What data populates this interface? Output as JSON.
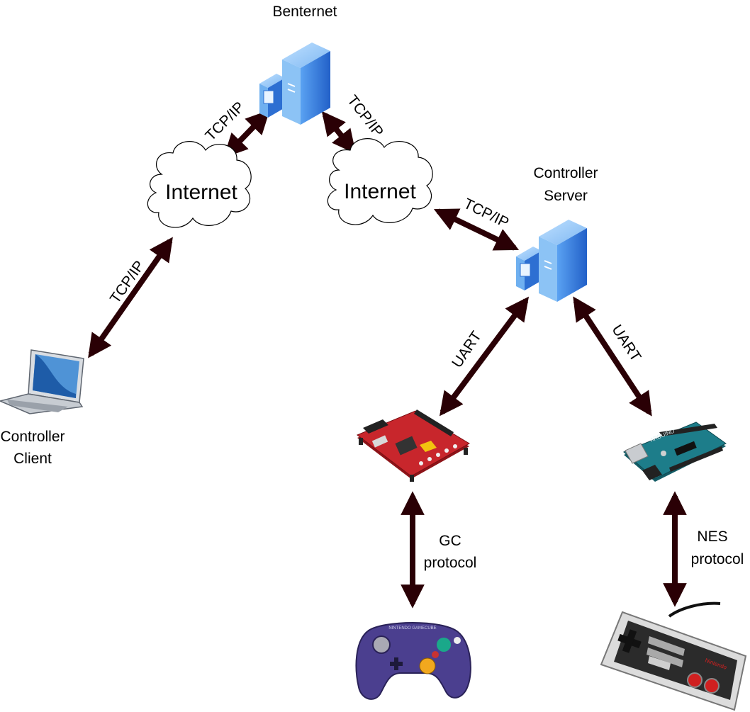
{
  "nodes": {
    "benternet": {
      "label": "Benternet",
      "icon": "server-icon"
    },
    "cloud_left": {
      "label": "Internet",
      "icon": "cloud-icon"
    },
    "cloud_right": {
      "label": "Internet",
      "icon": "cloud-icon"
    },
    "controller_server": {
      "label_line1": "Controller",
      "label_line2": "Server",
      "icon": "server-icon"
    },
    "controller_client": {
      "label_line1": "Controller",
      "label_line2": "Client",
      "icon": "laptop-icon"
    },
    "red_board": {
      "icon": "microcontroller-board-icon"
    },
    "arduino": {
      "icon": "arduino-board-icon"
    },
    "gamecube_controller": {
      "icon": "gamecube-controller-icon",
      "brand_text": "NINTENDO GAMECUBE"
    },
    "nes_controller": {
      "icon": "nes-controller-icon",
      "brand_text": "Nintendo"
    }
  },
  "edges": {
    "client_internet": "TCP/IP",
    "internet_benternet_left": "TCP/IP",
    "benternet_internet_right": "TCP/IP",
    "internet_server": "TCP/IP",
    "server_redboard": "UART",
    "server_arduino": "UART",
    "redboard_gc": {
      "line1": "GC",
      "line2": "protocol"
    },
    "arduino_nes": {
      "line1": "NES",
      "line2": "protocol"
    }
  },
  "colors": {
    "arrow": "#2a0005",
    "server_front": "#3a7fe0",
    "server_side": "#1f5fc4",
    "cloud_stroke": "#000000",
    "board_red": "#c8262c",
    "arduino_teal": "#1d7d8a",
    "gc_purple": "#4b3f8f",
    "nes_grey": "#d8d8d8"
  }
}
